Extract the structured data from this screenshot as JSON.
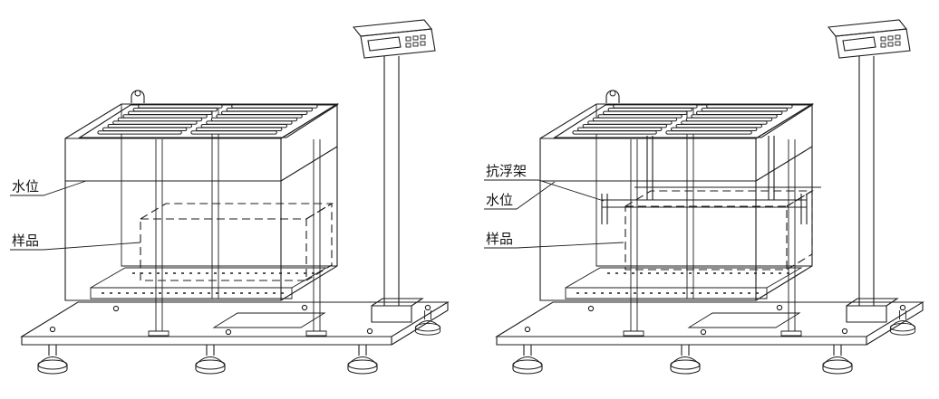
{
  "figure": {
    "kind": "technical line drawing, two isometric views of a buoyancy/density test apparatus with bench scale",
    "colors": {
      "ink": "#1c1c1c",
      "background": "#ffffff"
    },
    "left_view": {
      "labels": {
        "water_level": "水位",
        "sample": "样品"
      }
    },
    "right_view": {
      "labels": {
        "anti_float_frame": "抗浮架",
        "water_level": "水位",
        "sample": "样品"
      }
    }
  }
}
